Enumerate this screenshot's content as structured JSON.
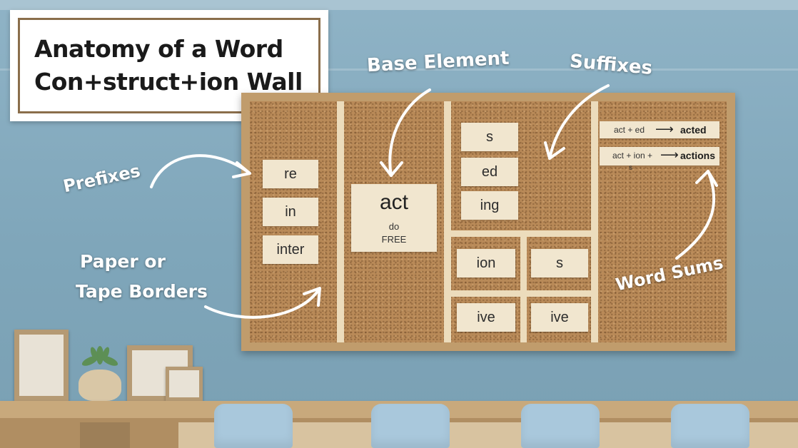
{
  "title": {
    "line1": "Anatomy of a Word",
    "line2": "Con+struct+ion  Wall"
  },
  "annotations": {
    "prefixes": "Prefixes",
    "base_element": "Base Element",
    "suffixes": "Suffixes",
    "borders_line1": "Paper or",
    "borders_line2": "Tape Borders",
    "word_sums": "Word Sums"
  },
  "board": {
    "prefixes": [
      "re",
      "in",
      "inter"
    ],
    "base": {
      "main": "act",
      "sub1": "do",
      "sub2": "FREE"
    },
    "suffixes_top": [
      "s",
      "ed",
      "ing"
    ],
    "suffixes_grid": [
      "ion",
      "s",
      "ive",
      "ive"
    ],
    "word_sums": [
      {
        "equation": "act + ed",
        "arrow": "⟶",
        "result": "acted",
        "extra": ""
      },
      {
        "equation": "act + ion +",
        "arrow": "⟶",
        "result": "actions",
        "extra": "s"
      }
    ]
  },
  "colors": {
    "wall": "#8fb3c6",
    "cork": "#b98a58",
    "card": "#f1e6cf",
    "frame": "#c09c6c",
    "title_border": "#8a6e4b"
  },
  "icons": [
    "plant-icon",
    "photo-frame-icon",
    "chair-icon"
  ]
}
